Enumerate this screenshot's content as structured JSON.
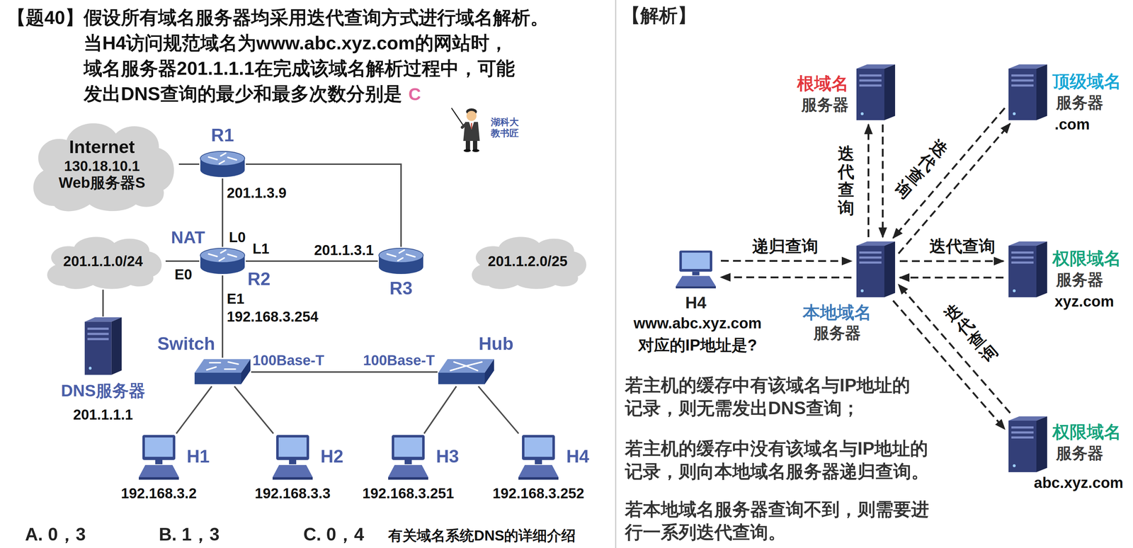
{
  "diagram": {
    "nodes": [
      {
        "text": [
          "Internet",
          "130.18.10.1",
          "Web服务器S"
        ]
      },
      {
        "text": [
          "R1"
        ]
      },
      {
        "text": [
          "R2"
        ]
      },
      {
        "text": [
          "R3"
        ]
      },
      {
        "text": [
          "201.1.1.0/24"
        ]
      },
      {
        "text": [
          "201.1.2.0/25"
        ]
      },
      {
        "text": [
          "DNS服务器",
          "201.1.1.1"
        ]
      },
      {
        "text": [
          "Switch"
        ]
      },
      {
        "text": [
          "Hub"
        ]
      },
      {
        "text": [
          "H1",
          "192.168.3.2"
        ]
      },
      {
        "text": [
          "H2",
          "192.168.3.3"
        ]
      },
      {
        "text": [
          "H3",
          "192.168.3.251"
        ]
      },
      {
        "text": [
          "H4",
          "192.168.3.252"
        ]
      },
      {
        "text": [
          "根域名",
          "服务器"
        ]
      },
      {
        "text": [
          "顶级域名",
          "服务器",
          ".com"
        ]
      },
      {
        "text": [
          "权限域名",
          "服务器",
          "xyz.com"
        ]
      },
      {
        "text": [
          "本地域名",
          "服务器"
        ]
      },
      {
        "text": [
          "权限域名",
          "服务器",
          "abc.xyz.com"
        ]
      },
      {
        "text": [
          "H4",
          "www.abc.xyz.com",
          "对应的IP地址是?"
        ]
      }
    ],
    "edges": [
      {
        "from": 0,
        "to": 1,
        "arrow": "none"
      },
      {
        "from": 1,
        "to": 2,
        "arrow": "none"
      },
      {
        "from": 1,
        "to": 3,
        "arrow": "none"
      },
      {
        "from": 2,
        "to": 3,
        "arrow": "none"
      },
      {
        "from": 2,
        "to": 4,
        "arrow": "none"
      },
      {
        "from": 4,
        "to": 6,
        "arrow": "none"
      },
      {
        "from": 2,
        "to": 7,
        "arrow": "none"
      },
      {
        "from": 7,
        "to": 8,
        "arrow": "none"
      },
      {
        "from": 7,
        "to": 9,
        "arrow": "none"
      },
      {
        "from": 7,
        "to": 10,
        "arrow": "none"
      },
      {
        "from": 8,
        "to": 11,
        "arrow": "none"
      },
      {
        "from": 8,
        "to": 12,
        "arrow": "none"
      },
      {
        "from": 18,
        "to": 16,
        "label": "递归查询",
        "arrow": "to"
      },
      {
        "from": 16,
        "to": 18,
        "arrow": "to"
      },
      {
        "from": 16,
        "to": 13,
        "label": "迭代查询",
        "arrow": "to"
      },
      {
        "from": 13,
        "to": 16,
        "arrow": "to"
      },
      {
        "from": 16,
        "to": 14,
        "label": "迭代查询",
        "arrow": "to"
      },
      {
        "from": 14,
        "to": 16,
        "arrow": "to"
      },
      {
        "from": 16,
        "to": 15,
        "label": "迭代查询",
        "arrow": "to"
      },
      {
        "from": 15,
        "to": 16,
        "arrow": "to"
      },
      {
        "from": 16,
        "to": 17,
        "label": "迭代查询",
        "arrow": "to"
      },
      {
        "from": 17,
        "to": 16,
        "arrow": "to"
      }
    ],
    "labels": [
      "【题40】假设所有域名服务器均采用迭代查询方式进行域名解析。 当H4访问规范域名为www.abc.xyz.com的网站时， 域名服务器201.1.1.1在完成该域名解析过程中，可能 发出DNS查询的最少和最多次数分别是",
      "C",
      "湖科大 教书匠",
      "NAT",
      "L0",
      "L1",
      "E0",
      "E1",
      "201.1.3.9",
      "201.1.3.1",
      "192.168.3.254",
      "100Base-T",
      "100Base-T",
      "A. 0，3",
      "B. 1，3",
      "C. 0，4",
      "有关域名系统DNS的详细介绍",
      "【解析】",
      "若主机的缓存中有该域名与IP地址的 记录，则无需发出DNS查询；",
      "若主机的缓存中没有该域名与IP地址的 记录，则向本地域名服务器递归查询。",
      "若本地域名服务器查询不到，则需要进 行一系列迭代查询。"
    ]
  }
}
